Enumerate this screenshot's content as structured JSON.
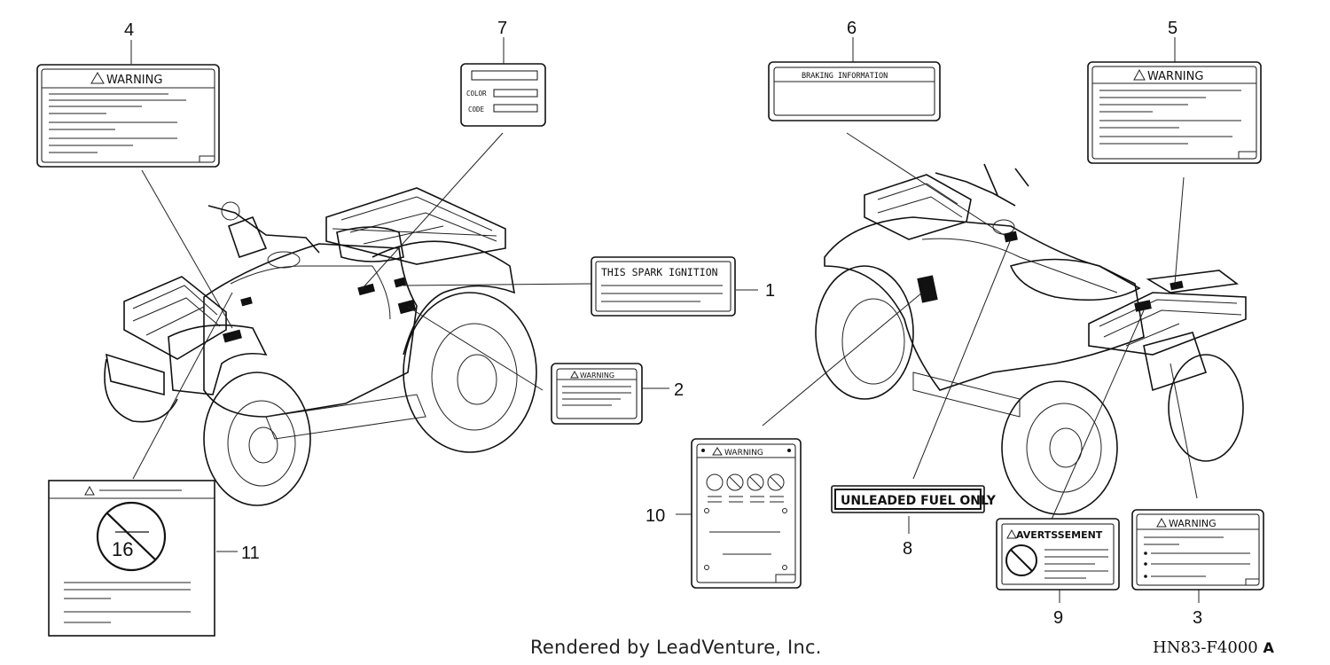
{
  "callouts": [
    "1",
    "2",
    "3",
    "4",
    "5",
    "6",
    "7",
    "8",
    "9",
    "10",
    "11"
  ],
  "labels": {
    "l1_text": "THIS SPARK IGNITION",
    "warning": "WARNING",
    "braking": "BRAKING INFORMATION",
    "color": "COLOR",
    "code": "CODE",
    "unleaded": "UNLEADED FUEL ONLY",
    "avertissement": "AVERTSSEMENT",
    "age": "16"
  },
  "footer": {
    "credit": "Rendered by LeadVenture, Inc.",
    "diagram_code": "HN83-F4000",
    "diagram_suffix": "A"
  }
}
